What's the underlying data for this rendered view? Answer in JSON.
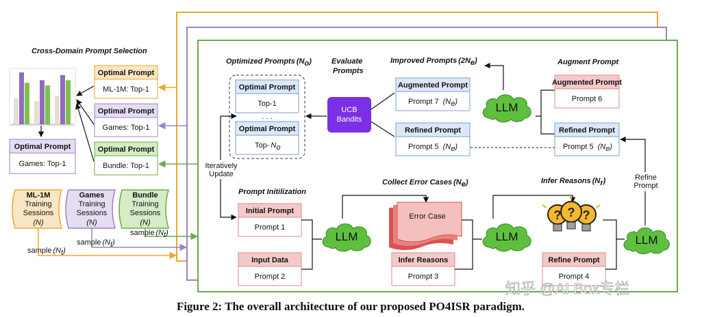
{
  "section_titles": {
    "cross_domain": "Cross-Domain Prompt Selection",
    "optimized_prompts": "Optimized Prompts",
    "optimized_prompts_math": "(N",
    "optimized_prompts_sub": "o",
    "evaluate_1": "Evaluate",
    "evaluate_2": "Prompts",
    "improved_prompts": "Improved Prompts",
    "improved_prompts_math": "(2N",
    "improved_prompts_sub": "e",
    "augment_prompt": "Augment Prompt",
    "prompt_init": "Prompt Initilization",
    "collect_errors": "Collect Error Cases",
    "collect_errors_math": "(N",
    "collect_errors_sub": "e",
    "infer_reasons": "Infer Reasons",
    "infer_reasons_math": "(N",
    "infer_reasons_sub": "r"
  },
  "cross_domain": {
    "boxes": [
      {
        "header": "Optimal Prompt",
        "body": "ML-1M: Top-1"
      },
      {
        "header": "Optimal Prompt",
        "body": "Games: Top-1"
      },
      {
        "header": "Optimal Prompt",
        "body": "Bundle: Top-1"
      }
    ],
    "result": {
      "header": "Optimal Prompt",
      "body": "Games: Top-1"
    }
  },
  "sessions": [
    {
      "name": "ML-1M",
      "line1": "Training",
      "line2": "Sessions",
      "count": "(N)"
    },
    {
      "name": "Games",
      "line1": "Training",
      "line2": "Sessions",
      "count": "(N)"
    },
    {
      "name": "Bundle",
      "line1": "Training",
      "line2": "Sessions",
      "count": "(N)"
    }
  ],
  "samples": [
    {
      "label": "sample",
      "math": "(N",
      "sub": "t"
    },
    {
      "label": "sample",
      "math": "(N",
      "sub": "t"
    },
    {
      "label": "sample",
      "math": "(N",
      "sub": "t"
    }
  ],
  "optimized": {
    "box1_header": "Optimal Prompt",
    "box1_body": "Top-1",
    "ellipsis": ". . .",
    "box2_header": "Optimal Prompt",
    "box2_body": "Top-",
    "box2_math": "N",
    "box2_sub": "o"
  },
  "ucb": {
    "line1": "UCB",
    "line2": "Bandits"
  },
  "improved": {
    "augmented_header": "Augmented Prompt",
    "augmented_body": "Prompt 7",
    "augmented_math": "(N",
    "augmented_sub": "e",
    "refined_header": "Refined Prompt",
    "refined_body": "Prompt 5",
    "refined_math": "(N",
    "refined_sub": "e"
  },
  "augment": {
    "augmented_header": "Augmented Prompt",
    "augmented_body": "Prompt 6",
    "refined_header": "Refined Prompt",
    "refined_body": "Prompt 5",
    "refined_math": "(N",
    "refined_sub": "e"
  },
  "llm_label": "LLM",
  "iteratively_update": {
    "line1": "Iteratively",
    "line2": "Update"
  },
  "refine_prompt_label": {
    "line1": "Refine",
    "line2": "Prompt"
  },
  "init": {
    "initial_header": "Initial Prompt",
    "initial_body": "Prompt 1",
    "input_header": "Input Data",
    "input_body": "Prompt 2"
  },
  "errors": {
    "card": "Error Case",
    "infer_header": "Infer Reasons",
    "infer_body": "Prompt 3"
  },
  "reasons": {
    "refine_header": "Refine Prompt",
    "refine_body": "Prompt 4"
  },
  "caption": "Figure 2: The overall architecture of our proposed PO4ISR paradigm.",
  "watermark": "知乎 @AI Box专栏",
  "colors": {
    "orange": "#f0a52e",
    "purple": "#9a82c4",
    "green": "#6ea84a",
    "blue_fill": "#dce8f8",
    "blue_stroke": "#7a9fd1",
    "red_fill": "#f5c9c9",
    "red_stroke": "#d88a8a",
    "cloud": "#5fbf3f",
    "ucb": "#7b2fe6"
  },
  "bar_chart": {
    "type": "bar",
    "series": [
      {
        "values": [
          0.5,
          0.45,
          0.55
        ]
      },
      {
        "values": [
          1.0,
          0.85,
          0.95
        ]
      },
      {
        "values": [
          0.8,
          0.75,
          0.85
        ]
      }
    ]
  }
}
